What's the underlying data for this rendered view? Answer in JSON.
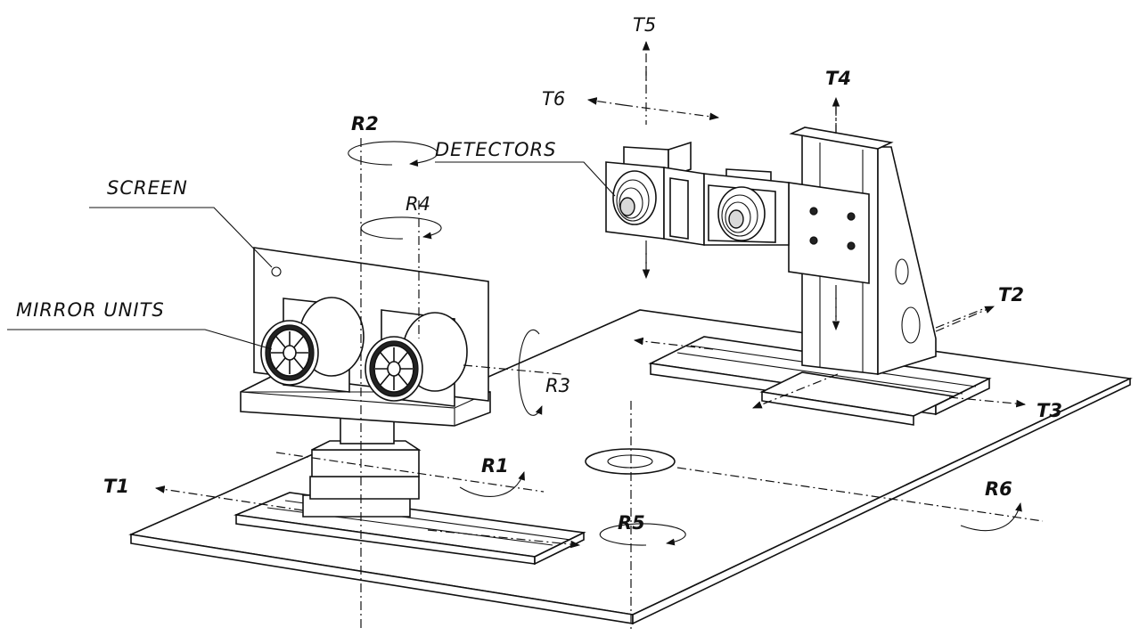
{
  "labels": {
    "screen": "SCREEN",
    "mirror_units": "MIRROR UNITS",
    "detectors": "DETECTORS"
  },
  "axes": {
    "t1": "T1",
    "t2": "T2",
    "t3": "T3",
    "t4": "T4",
    "t5": "T5",
    "t6": "T6",
    "r1": "R1",
    "r2": "R2",
    "r3": "R3",
    "r4": "R4",
    "r5": "R5",
    "r6": "R6"
  }
}
